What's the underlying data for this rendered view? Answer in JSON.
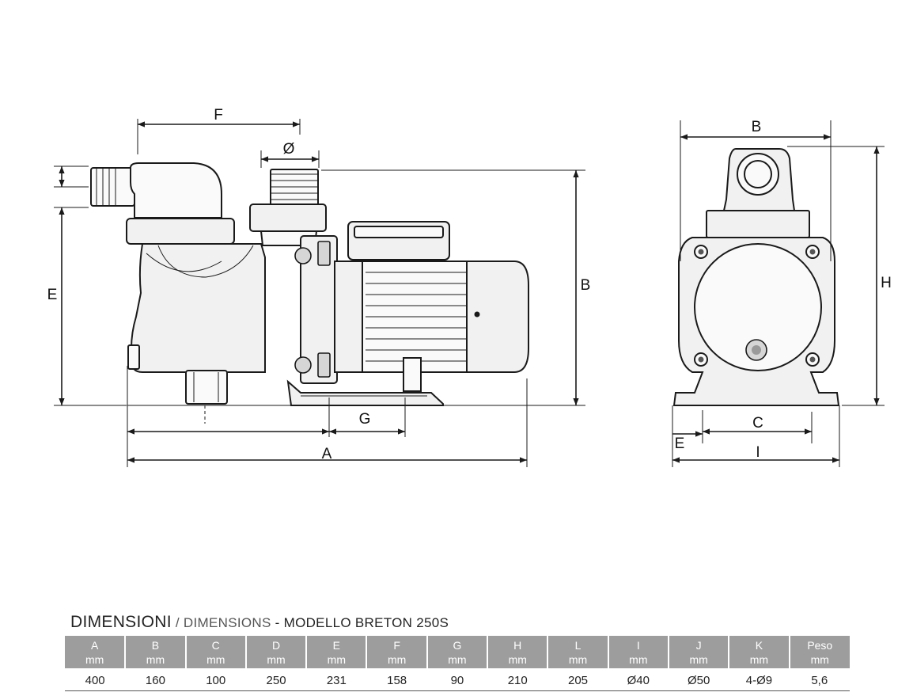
{
  "diagram": {
    "side_view_labels": {
      "f": "F",
      "phi": "Ø",
      "e": "E",
      "b": "B",
      "g": "G",
      "a": "A"
    },
    "front_view_labels": {
      "b": "B",
      "h": "H",
      "c": "C",
      "e": "E",
      "i": "I"
    }
  },
  "spec": {
    "title_main": "DIMENSIONI",
    "title_separator": " / ",
    "title_sub": "DIMENSIONS",
    "title_model": " - MODELLO BRETON 250S",
    "columns": [
      {
        "key": "A",
        "unit": "mm"
      },
      {
        "key": "B",
        "unit": "mm"
      },
      {
        "key": "C",
        "unit": "mm"
      },
      {
        "key": "D",
        "unit": "mm"
      },
      {
        "key": "E",
        "unit": "mm"
      },
      {
        "key": "F",
        "unit": "mm"
      },
      {
        "key": "G",
        "unit": "mm"
      },
      {
        "key": "H",
        "unit": "mm"
      },
      {
        "key": "L",
        "unit": "mm"
      },
      {
        "key": "I",
        "unit": "mm"
      },
      {
        "key": "J",
        "unit": "mm"
      },
      {
        "key": "K",
        "unit": "mm"
      },
      {
        "key": "Peso",
        "unit": "mm"
      }
    ],
    "values": [
      "400",
      "160",
      "100",
      "250",
      "231",
      "158",
      "90",
      "210",
      "205",
      "Ø40",
      "Ø50",
      "4-Ø9",
      "5,6"
    ]
  }
}
